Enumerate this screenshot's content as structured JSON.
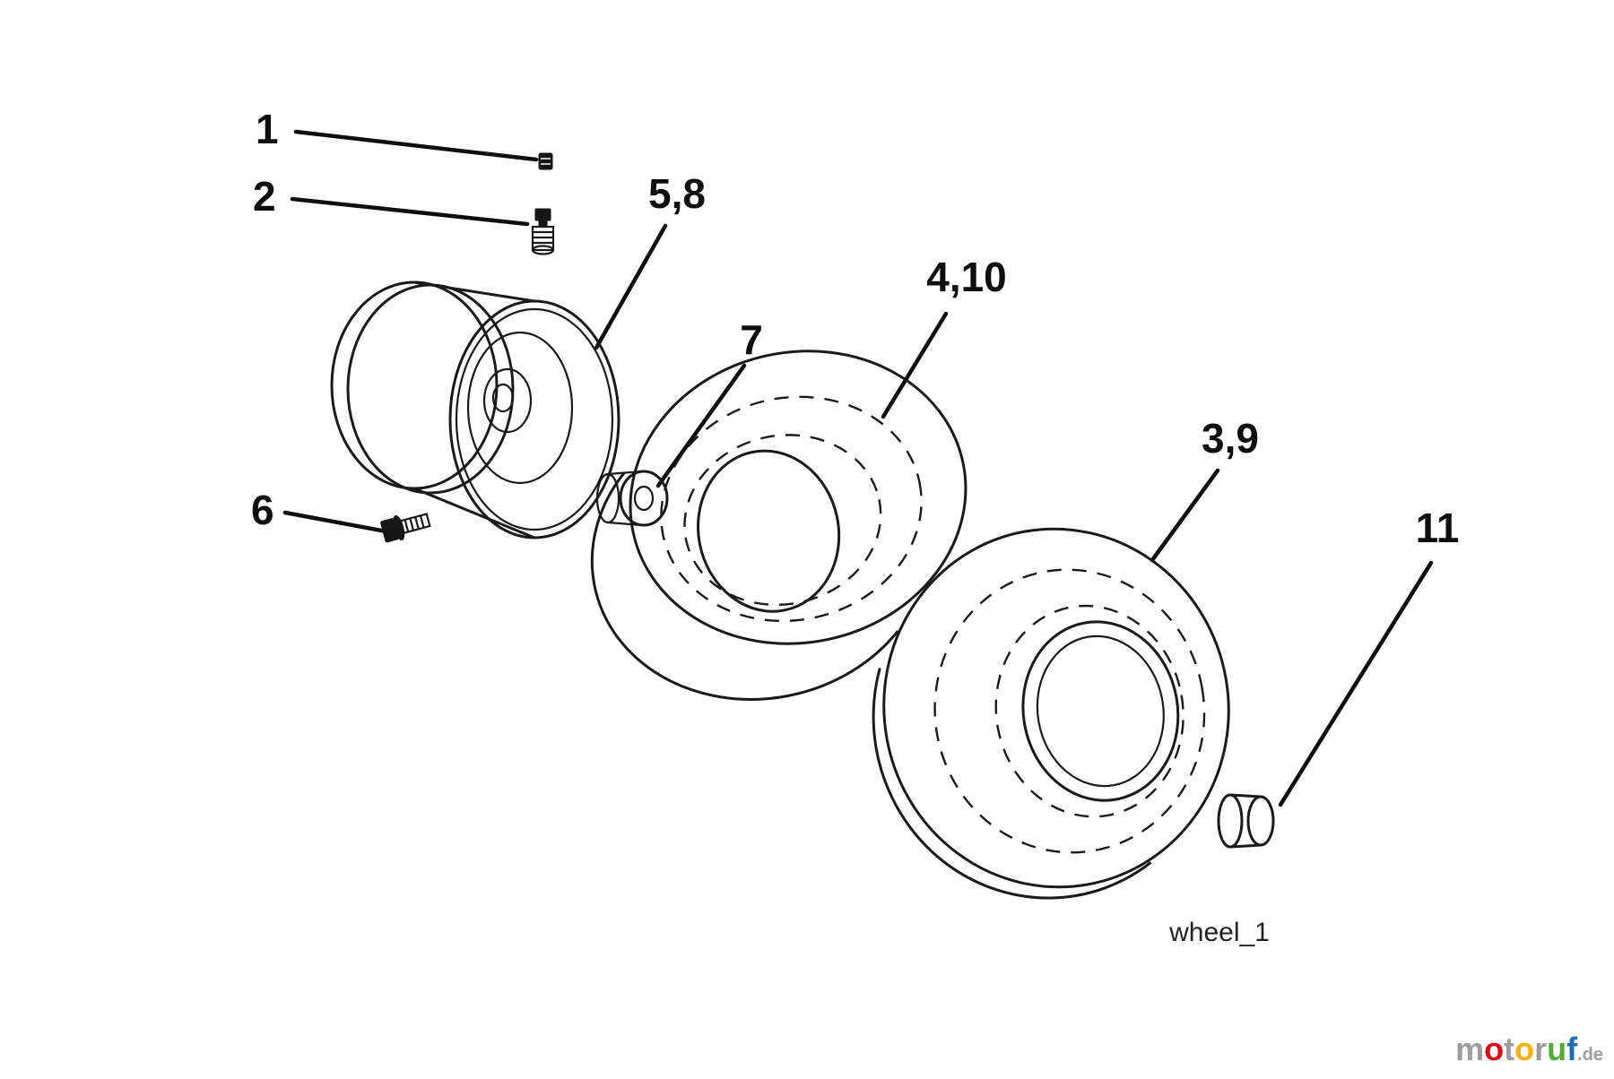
{
  "diagram": {
    "caption": "wheel_1",
    "labels": {
      "l1": "1",
      "l2": "2",
      "l58": "5,8",
      "l7": "7",
      "l410": "4,10",
      "l39": "3,9",
      "l11": "11",
      "l6": "6"
    }
  },
  "watermark": {
    "letters": [
      {
        "char": "m",
        "color": "#9d9d9c"
      },
      {
        "char": "o",
        "color": "#e30613"
      },
      {
        "char": "t",
        "color": "#9d9d9c"
      },
      {
        "char": "o",
        "color": "#f9b000"
      },
      {
        "char": "r",
        "color": "#9d9d9c"
      },
      {
        "char": "u",
        "color": "#52ae32"
      },
      {
        "char": "f",
        "color": "#1d70b7"
      },
      {
        "char": ".de",
        "color": "#9d9d9c"
      }
    ]
  }
}
